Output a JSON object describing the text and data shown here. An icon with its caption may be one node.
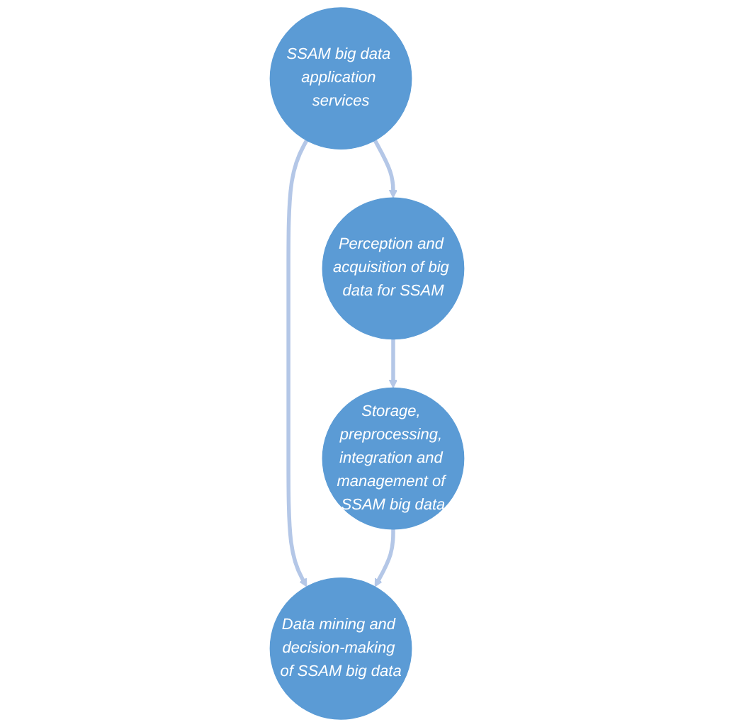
{
  "diagram": {
    "nodes": [
      {
        "text": [
          "SSAM big data application services"
        ]
      },
      {
        "text": [
          "Perception and acquisition of big data for SSAM"
        ]
      },
      {
        "text": [
          "Data mining and decision-making of SSAM big data"
        ]
      },
      {
        "text": [
          "Storage, preprocessing, integration and management of SSAM big data"
        ]
      }
    ],
    "edges": [
      {
        "from": 0,
        "to": 1,
        "arrow": "to"
      },
      {
        "from": 0,
        "to": 2,
        "arrow": "to"
      },
      {
        "from": 1,
        "to": 3,
        "arrow": "to"
      },
      {
        "from": 3,
        "to": 2,
        "arrow": "to"
      }
    ]
  }
}
